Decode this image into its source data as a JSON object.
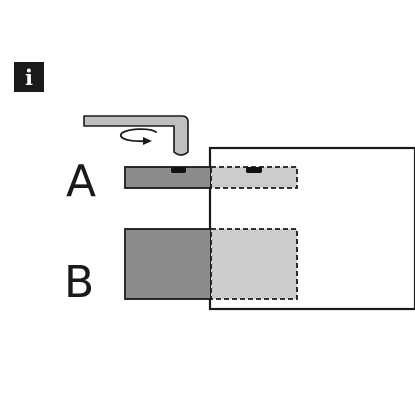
{
  "info_badge": {
    "letter": "i",
    "icon": "info-icon",
    "background_color": "#1a1a1a",
    "letter_color": "#ffffff"
  },
  "labels": {
    "a": "A",
    "b": "B"
  },
  "tool": {
    "icon": "allen-key-icon",
    "rotation_icon": "rotate-arrow-icon",
    "fill_color": "#bfbfbf"
  },
  "colors": {
    "outline": "#1a1a1a",
    "part_dark": "#8c8c8c",
    "part_light": "#cccccc",
    "slot": "#111111",
    "board": "#ffffff"
  }
}
